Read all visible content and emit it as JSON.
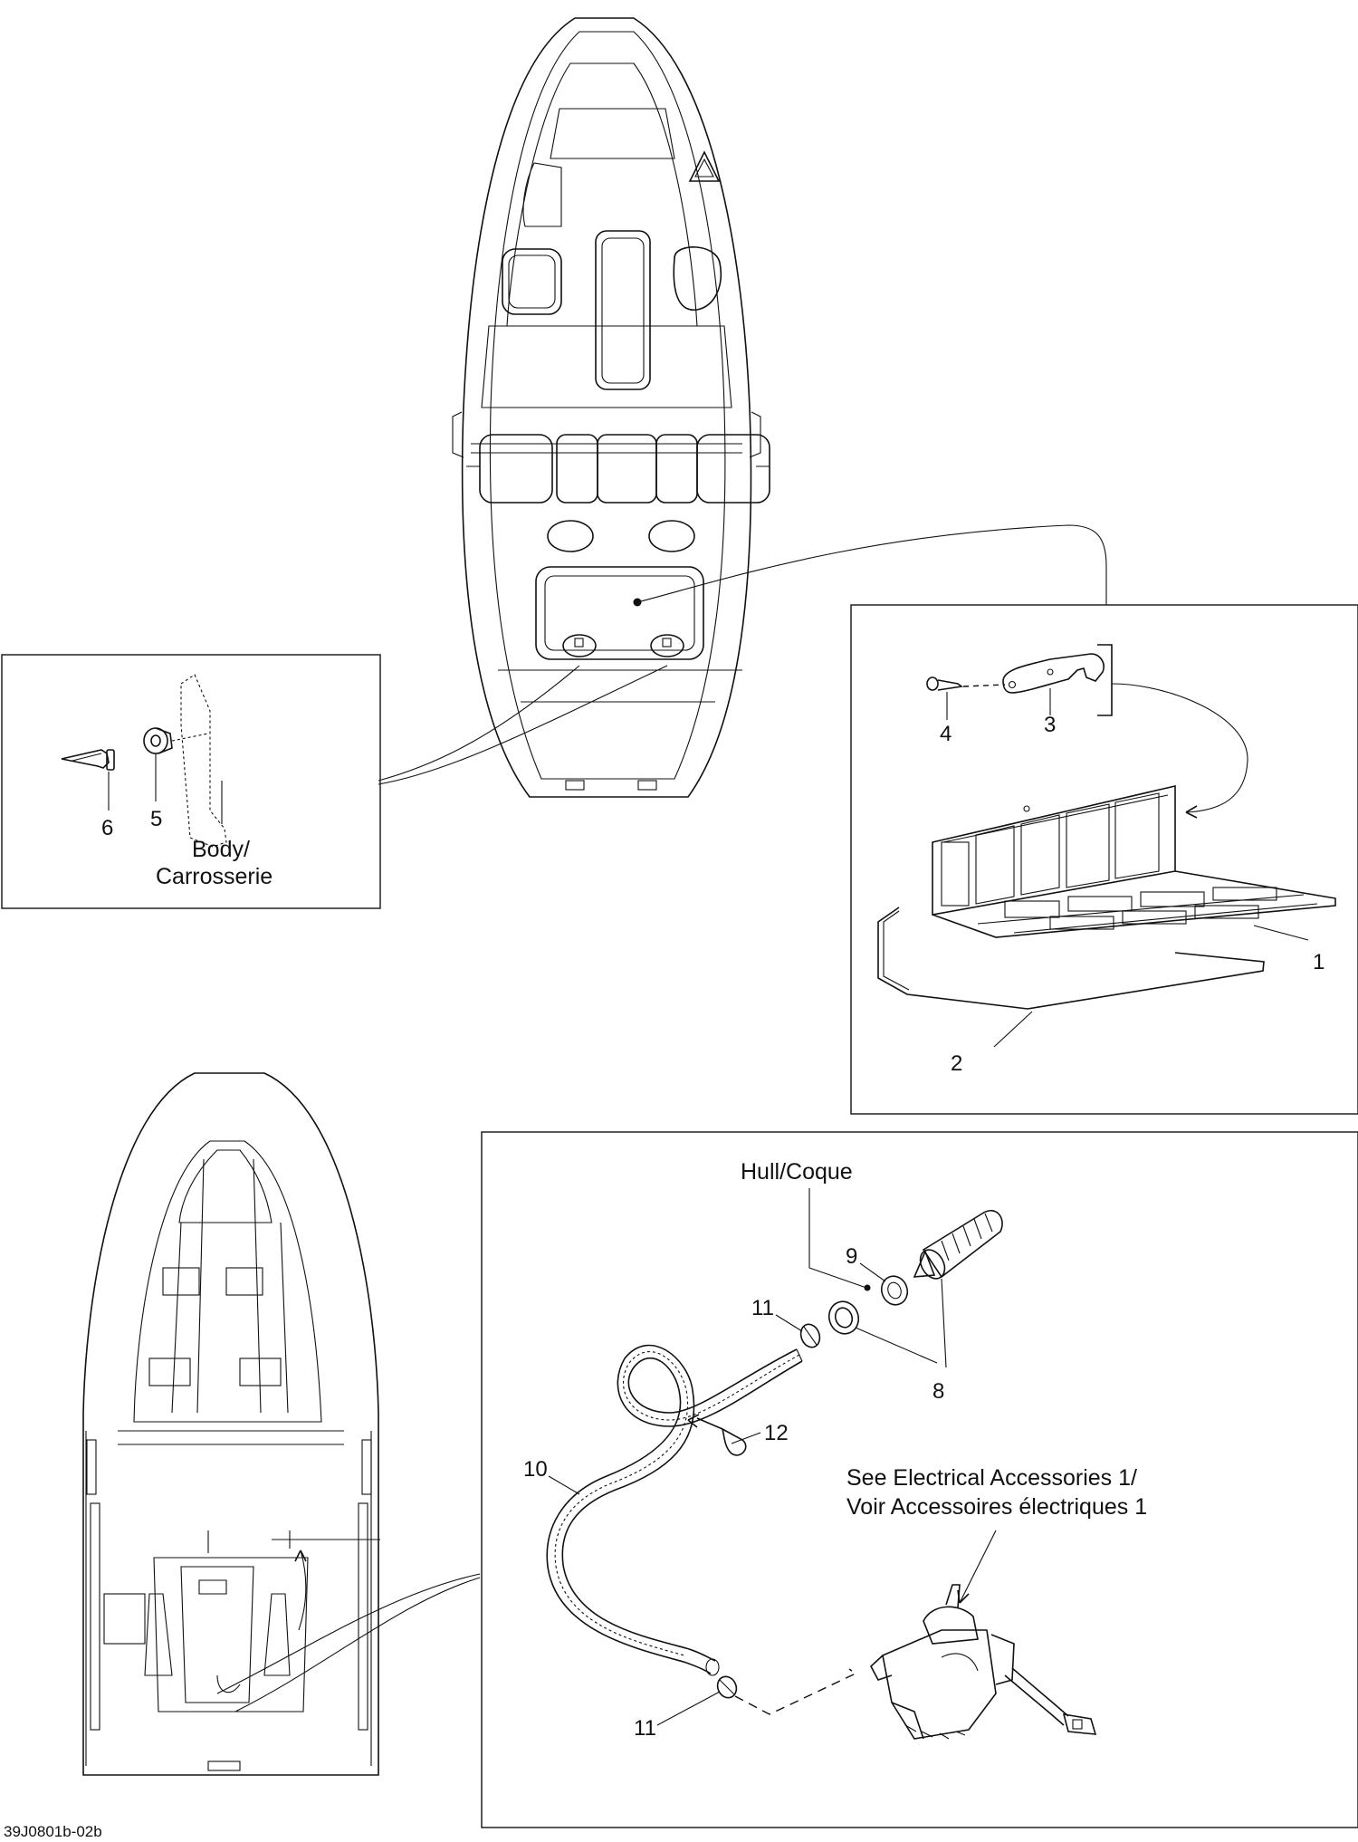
{
  "diagram": {
    "type": "exploded parts diagram",
    "drawing_code": "39J0801b-02b",
    "callouts": [
      "1",
      "2",
      "3",
      "4",
      "5",
      "6",
      "8",
      "9",
      "10",
      "11",
      "11",
      "12"
    ],
    "labels": {
      "body_line1": "Body/",
      "body_line2": "Carrosserie",
      "hull": "Hull/Coque",
      "see_electrical_line1": "See Electrical Accessories 1/",
      "see_electrical_line2": "Voir Accessoires électriques 1"
    }
  }
}
